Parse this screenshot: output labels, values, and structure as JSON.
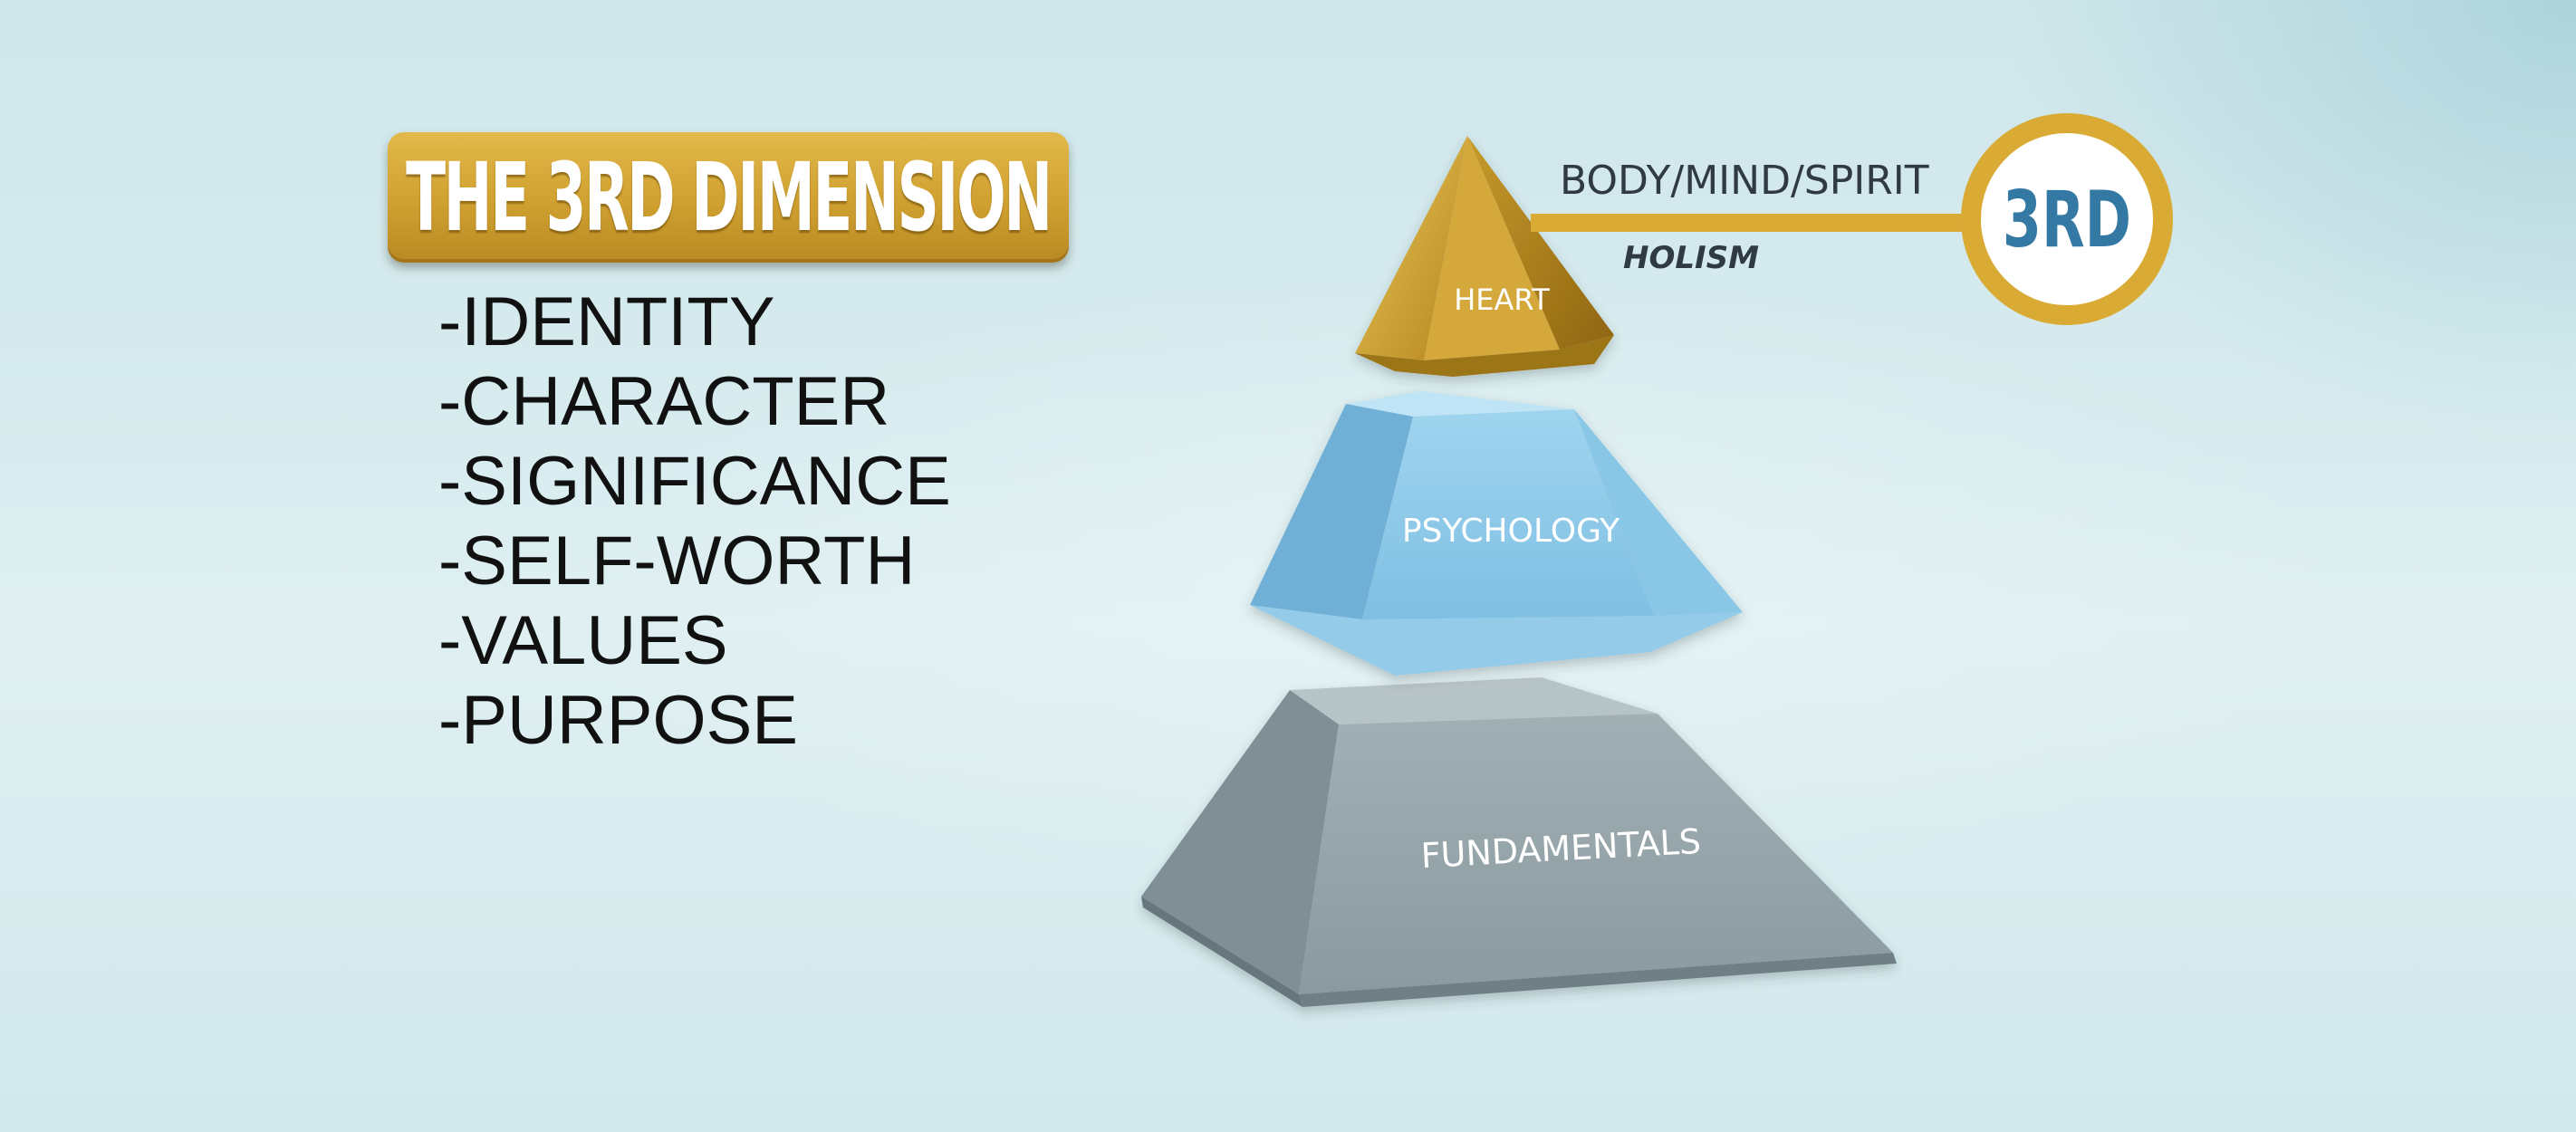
{
  "title": "THE 3RD DIMENSION",
  "traits": [
    "-IDENTITY",
    "-CHARACTER",
    "-SIGNIFICANCE",
    "-SELF-WORTH",
    "-VALUES",
    "-PURPOSE"
  ],
  "pyramid": {
    "top": "HEART",
    "middle": "PSYCHOLOGY",
    "base": "FUNDAMENTALS"
  },
  "connector": {
    "upper": "BODY/MIND/SPIRIT",
    "lower": "HOLISM"
  },
  "badge": "3RD",
  "colors": {
    "gold": "#cfa030",
    "blue": "#8cc8e6",
    "gray": "#8e9ea4",
    "badge_text": "#3479a4"
  }
}
